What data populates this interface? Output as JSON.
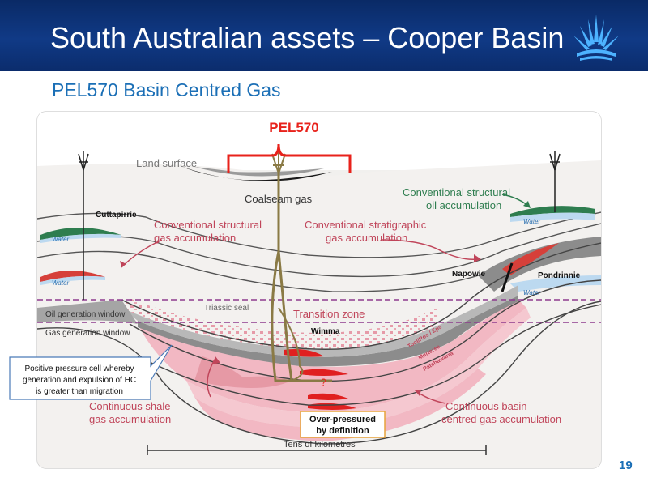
{
  "header": {
    "title": "South Australian assets – Cooper Basin"
  },
  "subtitle": "PEL570 Basin Centred Gas",
  "page_number": "19",
  "diagram": {
    "pel_label": "PEL570",
    "land_surface": "Land surface",
    "coalseam_gas": "Coalseam gas",
    "cuttapirrie": "Cuttapirrie",
    "napowie": "Napowie",
    "pondrinnie": "Pondrinnie",
    "wimma": "Wimma",
    "water": "Water",
    "conv_structural_gas_1": "Conventional structural",
    "conv_structural_gas_2": "gas accumulation",
    "conv_strat_gas_1": "Conventional stratigraphic",
    "conv_strat_gas_2": "gas accumulation",
    "conv_structural_oil_1": "Conventional structural",
    "conv_structural_oil_2": "oil accumulation",
    "triassic_seal": "Triassic seal",
    "transition_zone": "Transition zone",
    "oil_window": "Oil generation window",
    "gas_window": "Gas generation window",
    "toolros_eps": "Tool/Ros / Eps",
    "murteree": "Murteree",
    "patchawarra": "Patchawarra",
    "question_mark": "?",
    "pressure_cell_note_1": "Positive pressure cell whereby",
    "pressure_cell_note_2": "generation and expulsion of HC",
    "pressure_cell_note_3": "is greater than migration",
    "continuous_shale_1": "Continuous shale",
    "continuous_shale_2": "gas accumulation",
    "continuous_basin_1": "Continuous basin",
    "continuous_basin_2": "centred gas accumulation",
    "over_pressured_1": "Over-pressured",
    "over_pressured_2": "by definition",
    "scale_label": "Tens of kilometres"
  },
  "colors": {
    "header_bg": "#0b2c6c",
    "accent_blue": "#1b6fb6",
    "gas_red": "#d6403a",
    "oil_green": "#2e7d4f",
    "label_pink": "#c0455a",
    "basin_pink": "#f2b8c3"
  }
}
